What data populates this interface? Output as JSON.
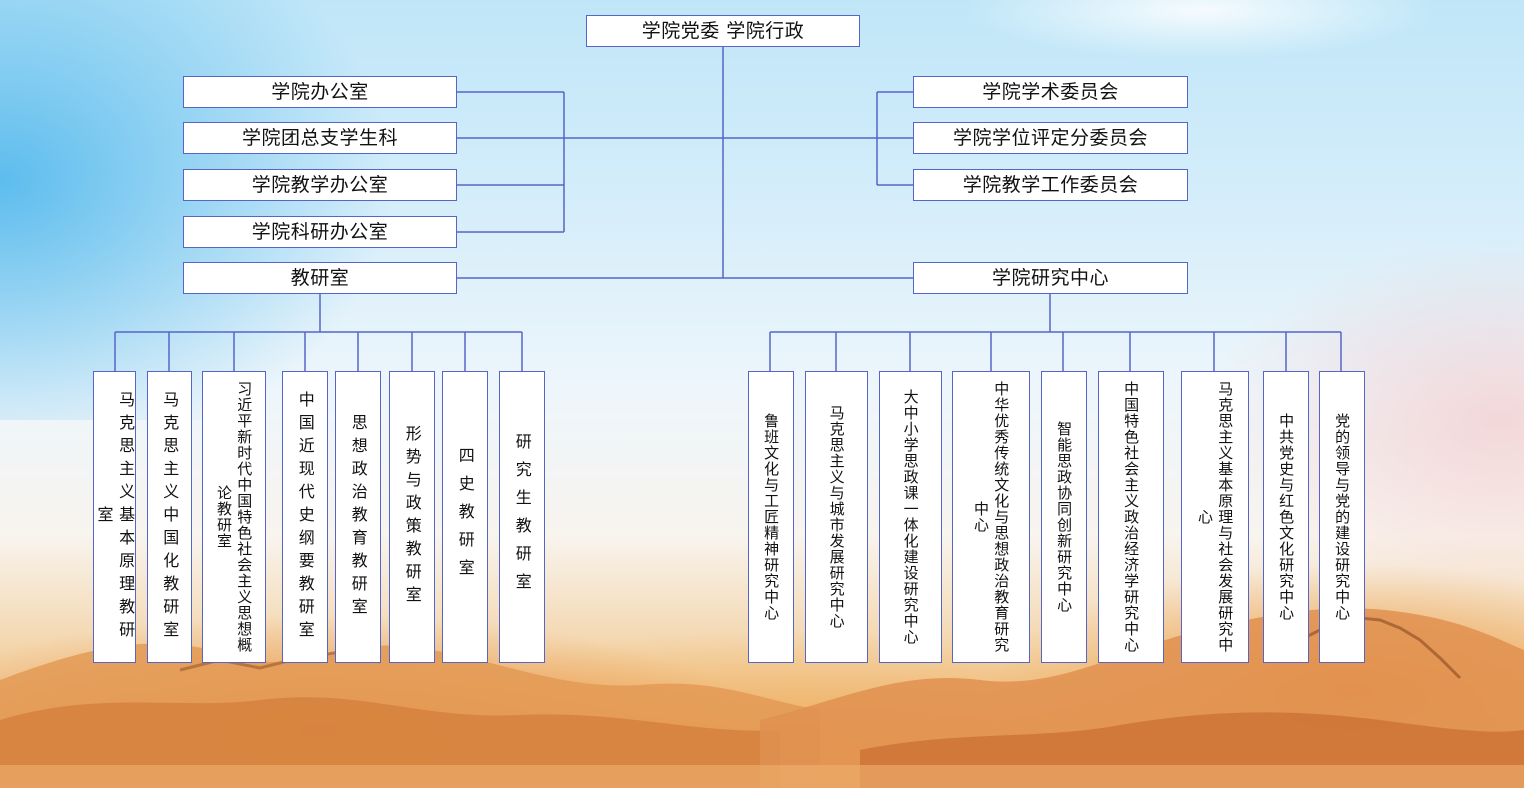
{
  "top": "学院党委  学院行政",
  "left_offices": [
    "学院办公室",
    "学院团总支学生科",
    "学院教学办公室",
    "学院科研办公室"
  ],
  "right_committees": [
    "学院学术委员会",
    "学院学位评定分委员会",
    "学院教学工作委员会"
  ],
  "teaching_dept": {
    "title": "教研室",
    "rooms": [
      "马克思主义基本原理教研室",
      "马克思主义中国化教研室",
      "习近平新时代中国特色社会主义思想概论教研室",
      "中国近现代史纲要教研室",
      "思想政治教育教研室",
      "形势与政策教研室",
      "四史教研室",
      "研究生教研室"
    ]
  },
  "research": {
    "title": "学院研究中心",
    "centers": [
      "鲁班文化与工匠精神研究中心",
      "马克思主义与城市发展研究中心",
      "大中小学思政课一体化建设研究中心",
      "中华优秀传统文化与思想政治教育研究中心",
      "智能思政协同创新研究中心",
      "中国特色社会主义政治经济学研究中心",
      "马克思主义基本原理与社会发展研究中心",
      "中共党史与红色文化研究中心",
      "党的领导与党的建设研究中心"
    ]
  },
  "colors": {
    "line": "#5566c8",
    "box_border": "#5566c8"
  }
}
